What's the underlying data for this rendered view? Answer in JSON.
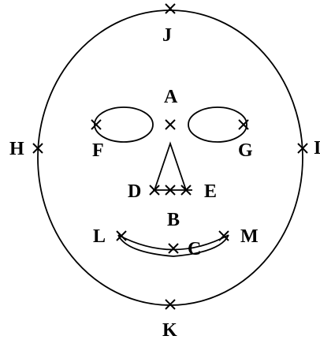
{
  "diagram": {
    "landmarks": [
      {
        "id": "A",
        "label": "A"
      },
      {
        "id": "B",
        "label": "B"
      },
      {
        "id": "C",
        "label": "C"
      },
      {
        "id": "D",
        "label": "D"
      },
      {
        "id": "E",
        "label": "E"
      },
      {
        "id": "F",
        "label": "F"
      },
      {
        "id": "G",
        "label": "G"
      },
      {
        "id": "H",
        "label": "H"
      },
      {
        "id": "I",
        "label": "I"
      },
      {
        "id": "J",
        "label": "J"
      },
      {
        "id": "K",
        "label": "K"
      },
      {
        "id": "L",
        "label": "L"
      },
      {
        "id": "M",
        "label": "M"
      }
    ]
  }
}
